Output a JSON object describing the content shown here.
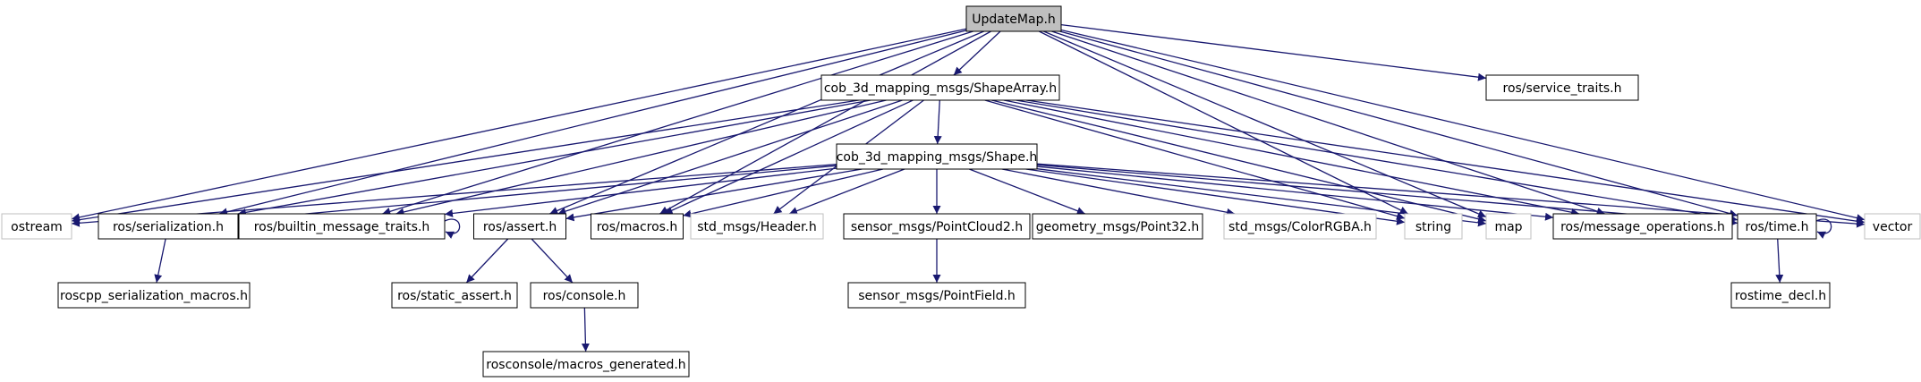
{
  "colors": {
    "edge": "#191970",
    "border": "#000000",
    "external_border": "#bfbfbf",
    "root_fill": "#bfbfbf",
    "node_fill": "#ffffff",
    "text": "#000000",
    "external_text": "#000000"
  },
  "nodes": {
    "updatemap": {
      "label": "UpdateMap.h",
      "kind": "root"
    },
    "shapearray": {
      "label": "cob_3d_mapping_msgs/ShapeArray.h",
      "kind": "file"
    },
    "service_traits": {
      "label": "ros/service_traits.h",
      "kind": "file"
    },
    "shape": {
      "label": "cob_3d_mapping_msgs/Shape.h",
      "kind": "file"
    },
    "ostream": {
      "label": "ostream",
      "kind": "external"
    },
    "serialization": {
      "label": "ros/serialization.h",
      "kind": "file"
    },
    "builtin_traits": {
      "label": "ros/builtin_message_traits.h",
      "kind": "file"
    },
    "assert": {
      "label": "ros/assert.h",
      "kind": "file"
    },
    "macros": {
      "label": "ros/macros.h",
      "kind": "file"
    },
    "std_header": {
      "label": "std_msgs/Header.h",
      "kind": "external"
    },
    "pointcloud2": {
      "label": "sensor_msgs/PointCloud2.h",
      "kind": "file"
    },
    "point32": {
      "label": "geometry_msgs/Point32.h",
      "kind": "file"
    },
    "colorrgba": {
      "label": "std_msgs/ColorRGBA.h",
      "kind": "external"
    },
    "string": {
      "label": "string",
      "kind": "external"
    },
    "map": {
      "label": "map",
      "kind": "external"
    },
    "message_operations": {
      "label": "ros/message_operations.h",
      "kind": "file"
    },
    "time": {
      "label": "ros/time.h",
      "kind": "file"
    },
    "vector": {
      "label": "vector",
      "kind": "external"
    },
    "serialization_macros": {
      "label": "roscpp_serialization_macros.h",
      "kind": "file"
    },
    "static_assert": {
      "label": "ros/static_assert.h",
      "kind": "file"
    },
    "console": {
      "label": "ros/console.h",
      "kind": "file"
    },
    "pointfield": {
      "label": "sensor_msgs/PointField.h",
      "kind": "file"
    },
    "rostime_decl": {
      "label": "rostime_decl.h",
      "kind": "file"
    },
    "macros_generated": {
      "label": "rosconsole/macros_generated.h",
      "kind": "file"
    }
  },
  "edges": [
    [
      "updatemap",
      "shapearray"
    ],
    [
      "updatemap",
      "service_traits"
    ],
    [
      "updatemap",
      "ostream"
    ],
    [
      "updatemap",
      "serialization"
    ],
    [
      "updatemap",
      "builtin_traits"
    ],
    [
      "updatemap",
      "assert"
    ],
    [
      "updatemap",
      "macros"
    ],
    [
      "updatemap",
      "string"
    ],
    [
      "updatemap",
      "map"
    ],
    [
      "updatemap",
      "message_operations"
    ],
    [
      "updatemap",
      "time"
    ],
    [
      "updatemap",
      "vector"
    ],
    [
      "shapearray",
      "shape"
    ],
    [
      "shapearray",
      "ostream"
    ],
    [
      "shapearray",
      "serialization"
    ],
    [
      "shapearray",
      "builtin_traits"
    ],
    [
      "shapearray",
      "assert"
    ],
    [
      "shapearray",
      "macros"
    ],
    [
      "shapearray",
      "std_header"
    ],
    [
      "shapearray",
      "string"
    ],
    [
      "shapearray",
      "map"
    ],
    [
      "shapearray",
      "message_operations"
    ],
    [
      "shapearray",
      "time"
    ],
    [
      "shapearray",
      "vector"
    ],
    [
      "shape",
      "ostream"
    ],
    [
      "shape",
      "serialization"
    ],
    [
      "shape",
      "builtin_traits"
    ],
    [
      "shape",
      "assert"
    ],
    [
      "shape",
      "macros"
    ],
    [
      "shape",
      "std_header"
    ],
    [
      "shape",
      "pointcloud2"
    ],
    [
      "shape",
      "point32"
    ],
    [
      "shape",
      "colorrgba"
    ],
    [
      "shape",
      "string"
    ],
    [
      "shape",
      "map"
    ],
    [
      "shape",
      "message_operations"
    ],
    [
      "shape",
      "time"
    ],
    [
      "shape",
      "vector"
    ],
    [
      "serialization",
      "serialization_macros"
    ],
    [
      "serialization",
      "serialization"
    ],
    [
      "builtin_traits",
      "builtin_traits"
    ],
    [
      "time",
      "time"
    ],
    [
      "assert",
      "static_assert"
    ],
    [
      "assert",
      "console"
    ],
    [
      "console",
      "macros_generated"
    ],
    [
      "pointcloud2",
      "pointfield"
    ],
    [
      "time",
      "rostime_decl"
    ]
  ]
}
